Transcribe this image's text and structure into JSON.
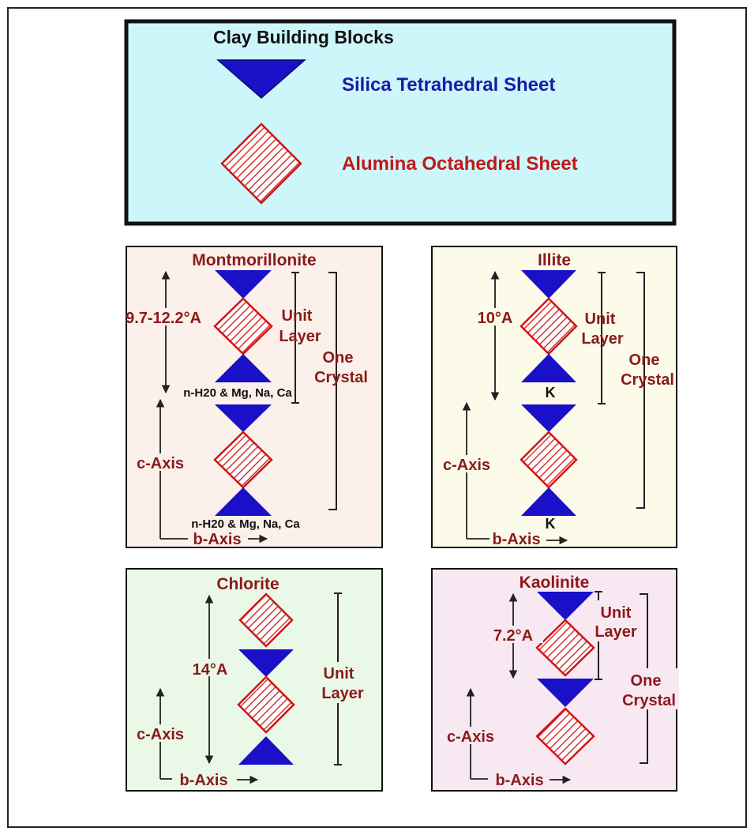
{
  "colors": {
    "tetrahedral": "#1a10c8",
    "octahedral": "#d01515",
    "label_dark_red": "#8a1a1a",
    "legend_bg": "#cdf6fb",
    "montmorillonite_bg": "#fbf0ea",
    "illite_bg": "#fcfbea",
    "chlorite_bg": "#eaf8e8",
    "kaolinite_bg": "#f8e8f2"
  },
  "legend": {
    "title": "Clay Building Blocks",
    "tetrahedral_label": "Silica Tetrahedral Sheet",
    "octahedral_label": "Alumina Octahedral Sheet"
  },
  "montmorillonite": {
    "title": "Montmorillonite",
    "spacing": "9.7-12.2°A",
    "unit_line1": "Unit",
    "unit_line2": "Layer",
    "crystal_line1": "One",
    "crystal_line2": "Crystal",
    "interlayer_1": "n-H20 & Mg, Na, Ca",
    "interlayer_2": "n-H20 & Mg, Na, Ca",
    "c_axis": "c-Axis",
    "b_axis": "b-Axis"
  },
  "illite": {
    "title": "Illite",
    "spacing": "10°A",
    "unit_line1": "Unit",
    "unit_line2": "Layer",
    "crystal_line1": "One",
    "crystal_line2": "Crystal",
    "interlayer_1": "K",
    "interlayer_2": "K",
    "c_axis": "c-Axis",
    "b_axis": "b-Axis"
  },
  "chlorite": {
    "title": "Chlorite",
    "spacing": "14°A",
    "unit_line1": "Unit",
    "unit_line2": "Layer",
    "c_axis": "c-Axis",
    "b_axis": "b-Axis"
  },
  "kaolinite": {
    "title": "Kaolinite",
    "spacing": "7.2°A",
    "unit_line1": "Unit",
    "unit_line2": "Layer",
    "crystal_line1": "One",
    "crystal_line2": "Crystal",
    "c_axis": "c-Axis",
    "b_axis": "b-Axis"
  }
}
